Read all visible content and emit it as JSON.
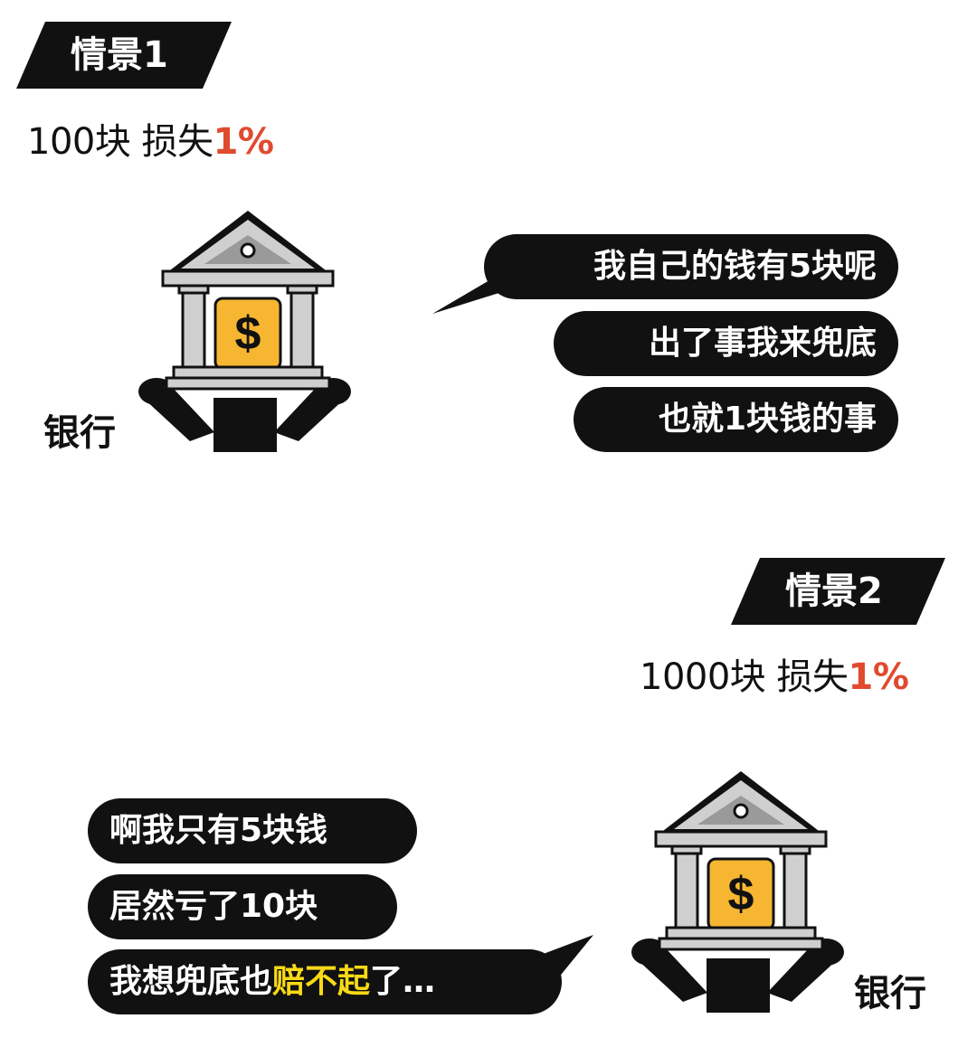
{
  "scene1": {
    "tag": "情景1",
    "amount": "100块 损失",
    "percent": "1%",
    "bank_label": "银行",
    "bank_symbol": "$",
    "bubbles": [
      "我自己的钱有5块呢",
      "出了事我来兜底",
      "也就1块钱的事"
    ]
  },
  "scene2": {
    "tag": "情景2",
    "amount": "1000块 损失",
    "percent": "1%",
    "bank_label": "银行",
    "bank_symbol": "$",
    "bubbles": [
      "啊我只有5块钱",
      "居然亏了10块"
    ],
    "last_bubble": {
      "before": "我想兜底也",
      "highlight": "赔不起",
      "after": "了…"
    }
  },
  "colors": {
    "accent_red": "#e04a2f",
    "highlight_yellow": "#f8d917",
    "bubble": "#111111",
    "coin": "#f6b632"
  },
  "icons": [
    "bank-building-icon",
    "dollar-sign-icon",
    "raised-hands-icon"
  ]
}
